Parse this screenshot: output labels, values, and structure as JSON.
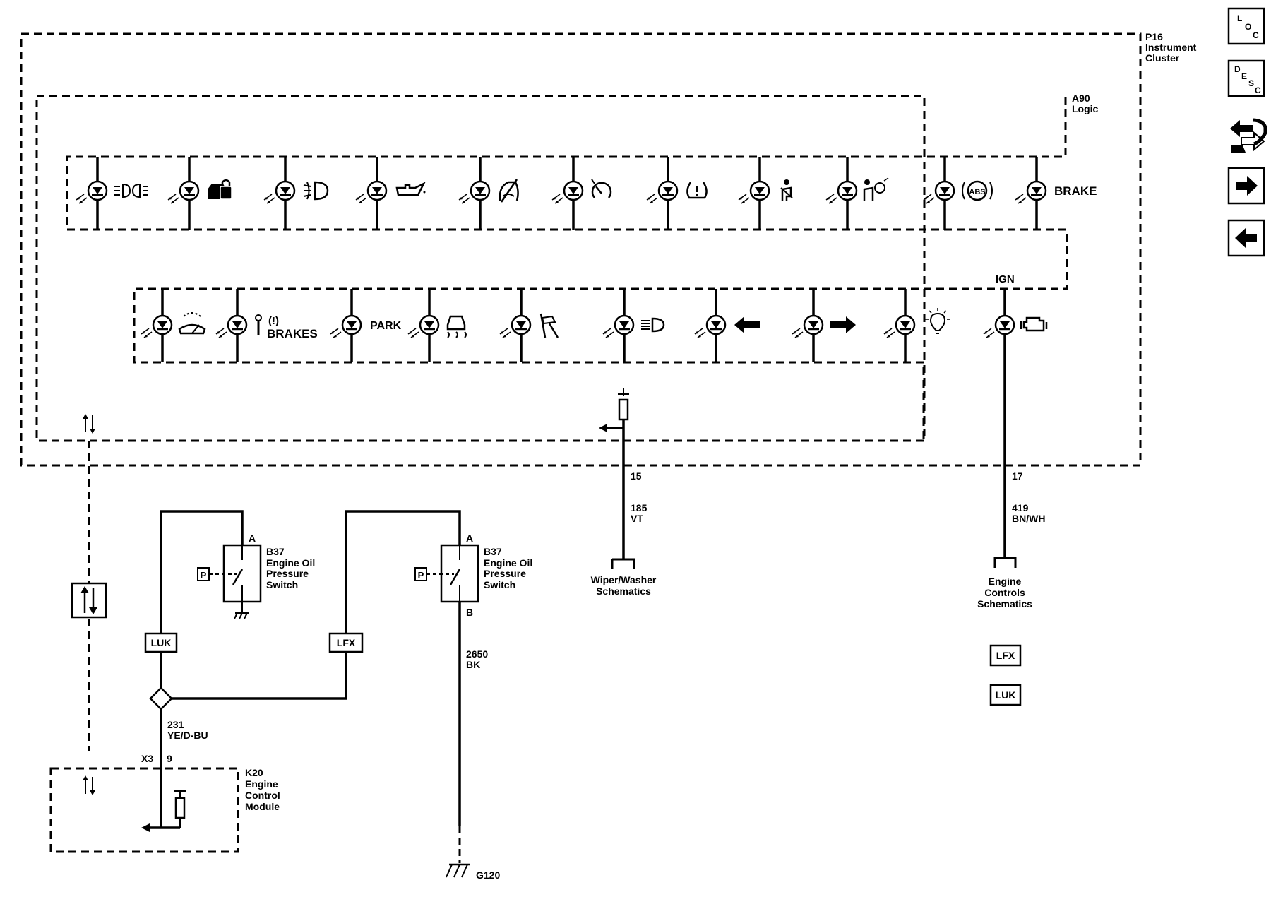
{
  "modules": {
    "p16": [
      "P16",
      "Instrument",
      "Cluster"
    ],
    "a90": [
      "A90",
      "Logic"
    ],
    "k20": [
      "K20",
      "Engine",
      "Control",
      "Module"
    ]
  },
  "indicator_text": {
    "brake": "BRAKE",
    "brakes": "BRAKES",
    "park": "PARK",
    "ign": "IGN"
  },
  "indicator_icons": {
    "row1": [
      "parking-lamp-icon",
      "security-icon",
      "fog-lamp-icon",
      "oil-can-icon",
      "traction-off-icon",
      "cruise-control-icon",
      "tire-pressure-icon",
      "seatbelt-icon",
      "airbag-icon",
      "abs-icon",
      "brake-text-icon"
    ],
    "row2": [
      "washer-fluid-icon",
      "service-brakes-icon",
      "park-text-icon",
      "traction-control-icon",
      "lane-departure-icon",
      "high-beam-icon",
      "left-turn-arrow-icon",
      "right-turn-arrow-icon",
      "bulb-icon",
      "check-engine-icon"
    ]
  },
  "icon_glyph_text": {
    "abs": "ABS",
    "brake_warning": "(!)",
    "pressure": "P"
  },
  "switches": {
    "luk": {
      "name": [
        "B37",
        "Engine Oil",
        "Pressure",
        "Switch"
      ],
      "pin": "A"
    },
    "lfx": {
      "name": [
        "B37",
        "Engine Oil",
        "Pressure",
        "Switch"
      ],
      "pin_top": "A",
      "pin_bottom": "B"
    }
  },
  "options": {
    "luk": "LUK",
    "lfx": "LFX"
  },
  "wires": {
    "pin15": "15",
    "c185": "185",
    "vt": "VT",
    "pin17": "17",
    "c419": "419",
    "bnwh": "BN/WH",
    "c2650": "2650",
    "bk": "BK",
    "c231": "231",
    "yedbu": "YE/D-BU",
    "x3": "X3",
    "pin9": "9"
  },
  "refs": {
    "wiper": [
      "Wiper/Washer",
      "Schematics"
    ],
    "engine": [
      "Engine",
      "Controls",
      "Schematics"
    ]
  },
  "ground": "G120",
  "legend": [
    "LFX",
    "LUK"
  ],
  "nav": {
    "loc": [
      "L",
      "O",
      "C"
    ],
    "desc": [
      "D",
      "E",
      "S",
      "C"
    ]
  }
}
